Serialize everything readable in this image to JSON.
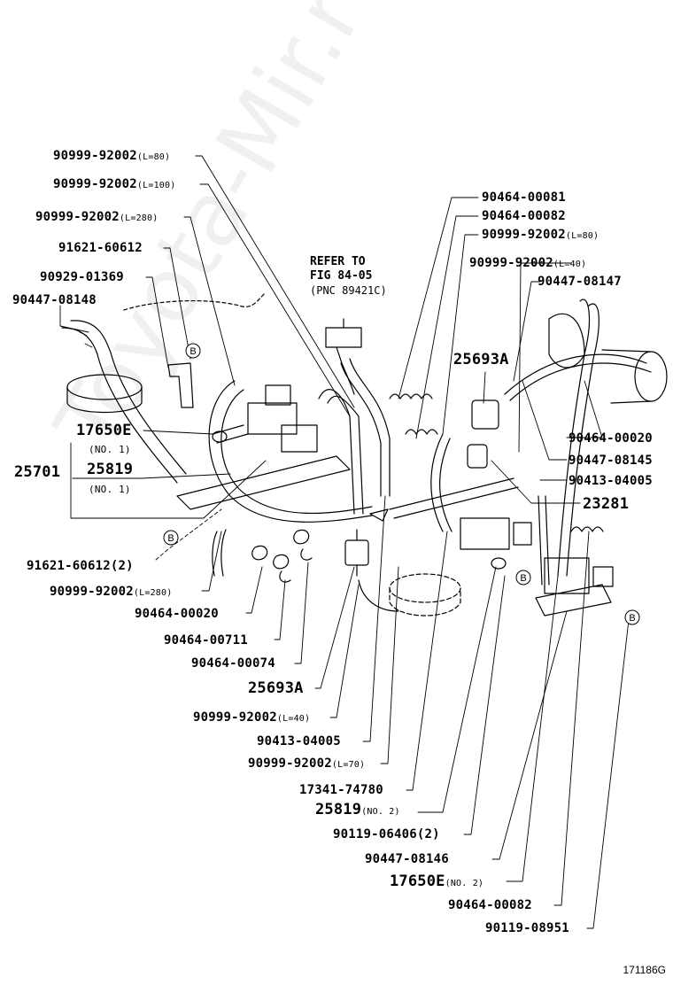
{
  "watermark": "Toyota-Mir.ru",
  "figure_id": "171186G",
  "refer_note": {
    "line1": "REFER TO",
    "line2": "FIG 84-05",
    "line3": "(PNC 89421C)"
  },
  "callout": "B",
  "labels": {
    "l01": {
      "pn": "90999-92002",
      "sub": "L=80"
    },
    "l02": {
      "pn": "90999-92002",
      "sub": "L=100"
    },
    "l03": {
      "pn": "90999-92002",
      "sub": "L=280"
    },
    "l04": {
      "pn": "91621-60612",
      "sub": ""
    },
    "l05": {
      "pn": "90929-01369",
      "sub": ""
    },
    "l06": {
      "pn": "90447-08148",
      "sub": ""
    },
    "l07": {
      "pn": "17650E",
      "sub": "(NO. 1)"
    },
    "l08": {
      "pn": "25701",
      "sub": ""
    },
    "l09": {
      "pn": "25819",
      "sub": "(NO. 1)"
    },
    "l10": {
      "pn": "91621-60612",
      "sub": "(2)"
    },
    "l11": {
      "pn": "90999-92002",
      "sub": "L=280"
    },
    "l12": {
      "pn": "90464-00020",
      "sub": ""
    },
    "l13": {
      "pn": "90464-00711",
      "sub": ""
    },
    "l14": {
      "pn": "90464-00074",
      "sub": ""
    },
    "l15": {
      "pn": "25693A",
      "sub": ""
    },
    "l16": {
      "pn": "90999-92002",
      "sub": "L=40"
    },
    "l17": {
      "pn": "90413-04005",
      "sub": ""
    },
    "l18": {
      "pn": "90999-92002",
      "sub": "L=70"
    },
    "l19": {
      "pn": "17341-74780",
      "sub": ""
    },
    "l20": {
      "pn": "25819",
      "sub": "(NO. 2)"
    },
    "l21": {
      "pn": "90119-06406",
      "sub": "(2)"
    },
    "l22": {
      "pn": "90447-08146",
      "sub": ""
    },
    "l23": {
      "pn": "17650E",
      "sub": "(NO. 2)"
    },
    "l24": {
      "pn": "90464-00082",
      "sub": ""
    },
    "l25": {
      "pn": "90119-08951",
      "sub": ""
    },
    "r01": {
      "pn": "90464-00081",
      "sub": ""
    },
    "r02": {
      "pn": "90464-00082",
      "sub": ""
    },
    "r03": {
      "pn": "90999-92002",
      "sub": "L=80"
    },
    "r04": {
      "pn": "90999-92002",
      "sub": "L=40"
    },
    "r05": {
      "pn": "90447-08147",
      "sub": ""
    },
    "r06": {
      "pn": "25693A",
      "sub": ""
    },
    "r07": {
      "pn": "90464-00020",
      "sub": ""
    },
    "r08": {
      "pn": "90447-08145",
      "sub": ""
    },
    "r09": {
      "pn": "90413-04005",
      "sub": ""
    },
    "r10": {
      "pn": "23281",
      "sub": ""
    }
  }
}
